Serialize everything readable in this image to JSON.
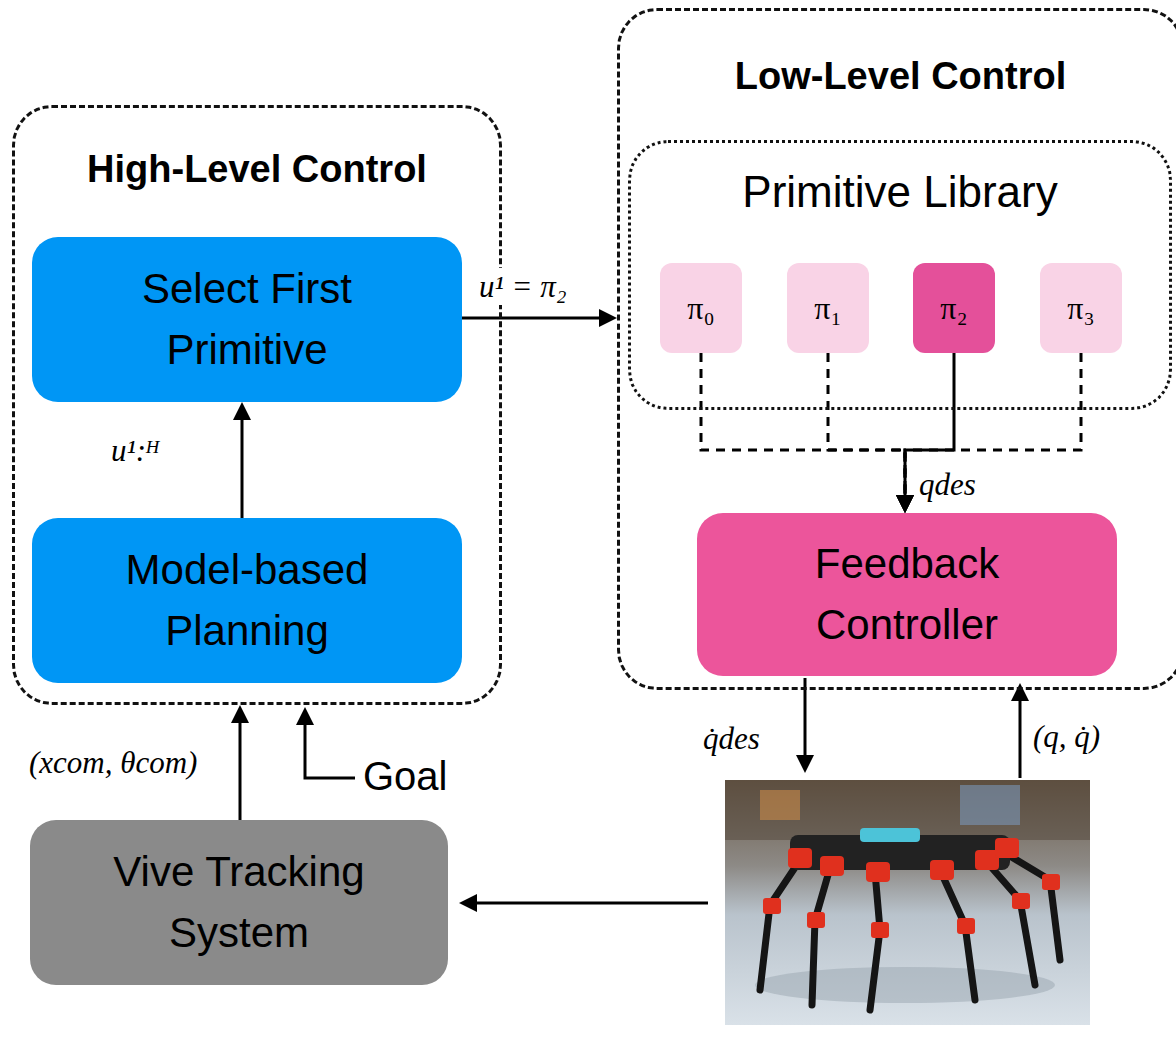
{
  "diagram": {
    "nodes": [
      {
        "text": [
          "High-Level Control"
        ]
      },
      {
        "text": [
          "Select First Primitive"
        ],
        "in": 0
      },
      {
        "text": [
          "Model-based Planning"
        ],
        "in": 0
      },
      {
        "text": [
          "Low-Level Control"
        ]
      },
      {
        "text": [
          "Primitive Library"
        ],
        "in": 3
      },
      {
        "text": [
          "π₀"
        ],
        "in": 4
      },
      {
        "text": [
          "π₁"
        ],
        "in": 4
      },
      {
        "text": [
          "π₂"
        ],
        "in": 4
      },
      {
        "text": [
          "π₃"
        ],
        "in": 4
      },
      {
        "text": [
          "Feedback Controller"
        ],
        "in": 3
      },
      {
        "text": [
          "Vive Tracking System"
        ]
      }
    ],
    "edges": [
      {
        "from": 2,
        "to": 1,
        "arrow": "to",
        "label": "u¹:ᴴ"
      },
      {
        "from": 1,
        "to": 3,
        "arrow": "to",
        "label": "u¹ = π₂"
      },
      {
        "from": 5,
        "to": 9,
        "arrow": "to"
      },
      {
        "from": 6,
        "to": 9,
        "arrow": "to"
      },
      {
        "from": 7,
        "to": 9,
        "arrow": "to",
        "label": "qdes"
      },
      {
        "from": 8,
        "to": 9,
        "arrow": "to"
      },
      {
        "from": 10,
        "to": 0,
        "arrow": "to",
        "label": "(xcom, θcom)"
      }
    ],
    "labels": [
      "Goal",
      "q̇des",
      "(q, q̇)"
    ]
  }
}
